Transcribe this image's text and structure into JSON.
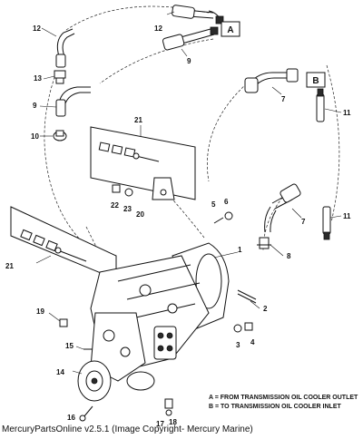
{
  "callouts": {
    "c1": "1",
    "c2": "2",
    "c3": "3",
    "c4": "4",
    "c5": "5",
    "c6": "6",
    "c7a": "7",
    "c7b": "7",
    "c8": "8",
    "c9a": "9",
    "c9b": "9",
    "c10": "10",
    "c11a": "11",
    "c11b": "11",
    "c12a": "12",
    "c12b": "12",
    "c13": "13",
    "c14": "14",
    "c15": "15",
    "c16": "16",
    "c17": "17",
    "c18": "18",
    "c19": "19",
    "c20": "20",
    "c21a": "21",
    "c21b": "21",
    "c22": "22",
    "c23": "23"
  },
  "boxes": {
    "a": "A",
    "b": "B"
  },
  "legend": {
    "line_a": "A = FROM TRANSMISSION OIL COOLER OUTLET",
    "line_b": "B = TO TRANSMISSION OIL COOLER INLET"
  },
  "caption": "MercuryPartsOnline v2.5.1 (Image Copyright- Mercury Marine)"
}
